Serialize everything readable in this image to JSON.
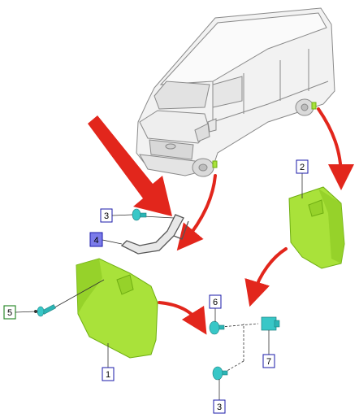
{
  "callouts": [
    {
      "id": "c1",
      "number": "1",
      "style": "outline"
    },
    {
      "id": "c2",
      "number": "2",
      "style": "outline"
    },
    {
      "id": "c3a",
      "number": "3",
      "style": "outline"
    },
    {
      "id": "c3b",
      "number": "3",
      "style": "outline"
    },
    {
      "id": "c4",
      "number": "4",
      "style": "highlighted"
    },
    {
      "id": "c5",
      "number": "5",
      "style": "green-outline"
    },
    {
      "id": "c6",
      "number": "6",
      "style": "outline"
    },
    {
      "id": "c7",
      "number": "7",
      "style": "outline"
    }
  ],
  "colors": {
    "callout_border": "#1a1aa8",
    "callout_highlight_fill": "#7b7bea",
    "callout_green_border": "#2e8b2e",
    "part_green": "#a9e23a",
    "part_green_dark": "#6fae12",
    "fastener_teal": "#2cb5b5",
    "arrow_red": "#e2261c",
    "van_body": "#f2f2f2",
    "van_line": "#8a8a8a"
  },
  "icons": [
    "pointer-arrow",
    "flow-arrow",
    "mud-flap",
    "bracket",
    "bolt",
    "clip"
  ]
}
